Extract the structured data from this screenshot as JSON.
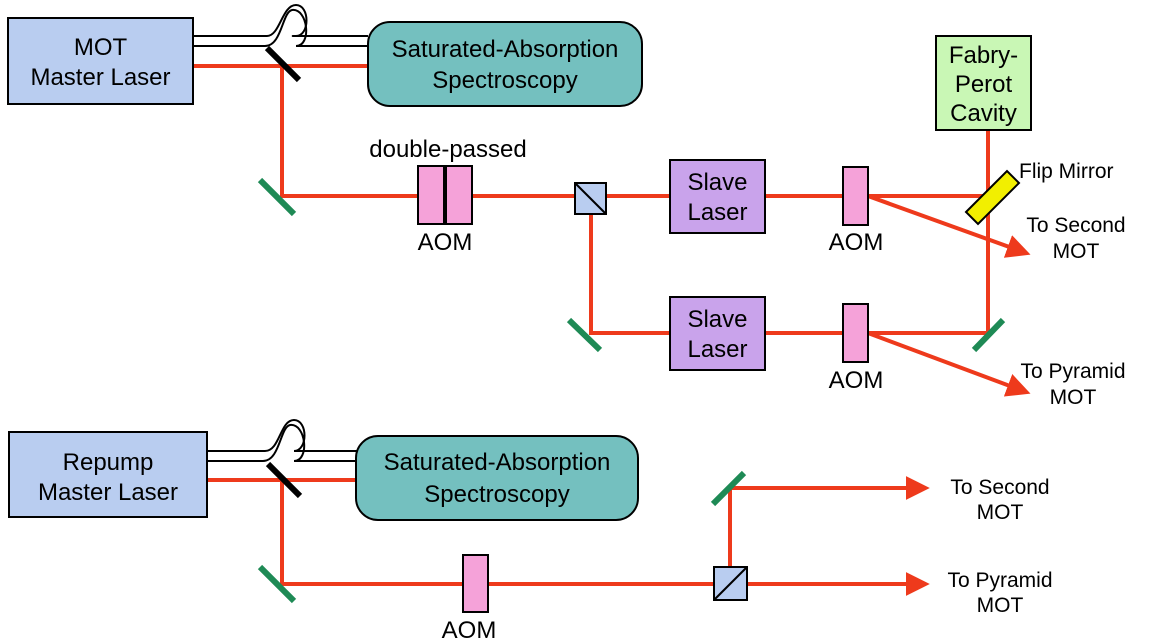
{
  "colors": {
    "beam": "#ee3a1c",
    "master_laser_fill": "#b9cdf0",
    "spectroscopy_fill": "#74c0bf",
    "slave_laser_fill": "#c9a3eb",
    "aom_fill": "#f5a2d9",
    "fabry_perot_fill": "#c9f7b5",
    "flip_mirror_fill": "#f2ef00",
    "mirror": "#1e8a55",
    "beam_splitter_fill": "#b9cdf0"
  },
  "mot_section": {
    "master_laser": [
      "MOT",
      "Master Laser"
    ],
    "spectroscopy": [
      "Saturated-Absorption",
      "Spectroscopy"
    ],
    "double_passed_label": "double-passed",
    "aom_label_1": "AOM",
    "slave_laser_1": [
      "Slave",
      "Laser"
    ],
    "aom_label_2": "AOM",
    "slave_laser_2": [
      "Slave",
      "Laser"
    ],
    "aom_label_3": "AOM",
    "fabry_perot": [
      "Fabry-",
      "Perot",
      "Cavity"
    ],
    "flip_mirror_label": "Flip Mirror",
    "output_1": [
      "To Second",
      "MOT"
    ],
    "output_2": [
      "To Pyramid",
      "MOT"
    ]
  },
  "repump_section": {
    "master_laser": [
      "Repump",
      "Master Laser"
    ],
    "spectroscopy": [
      "Saturated-Absorption",
      "Spectroscopy"
    ],
    "aom_label": "AOM",
    "output_1": [
      "To Second",
      "MOT"
    ],
    "output_2": [
      "To Pyramid",
      "MOT"
    ]
  }
}
